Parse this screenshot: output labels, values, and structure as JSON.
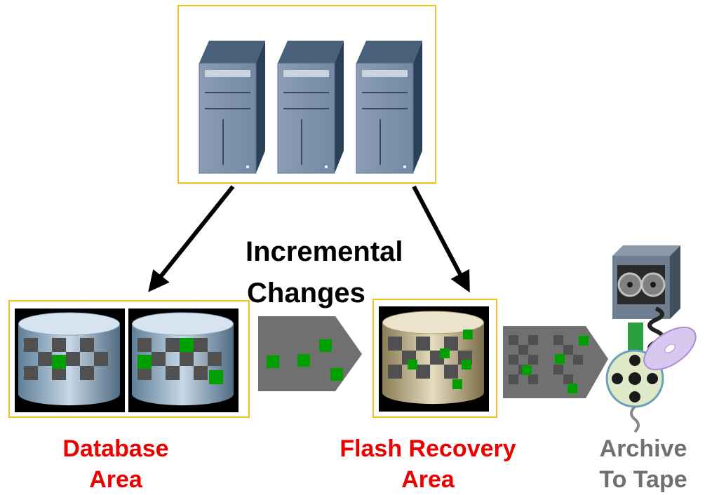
{
  "labels": {
    "incremental_line1": "Incremental",
    "incremental_line2": "Changes",
    "database_area": "Database\nArea",
    "flash_recovery_area": "Flash Recovery\nArea",
    "archive_to_tape": "Archive\nTo Tape"
  },
  "colors": {
    "frame": "#f2c418",
    "database_label": "#ee0000",
    "flash_label": "#ee0000",
    "archive_label": "#707070",
    "change_block": "#00a000",
    "chevron": "#707070"
  },
  "icons": {
    "servers": "server-tower-icon",
    "database_disks": "disk-cylinder-icon",
    "flash_disk": "disk-cylinder-tan-icon",
    "tape": "tape-reel-icon",
    "film": "film-reel-icon",
    "disc": "optical-disc-icon"
  }
}
